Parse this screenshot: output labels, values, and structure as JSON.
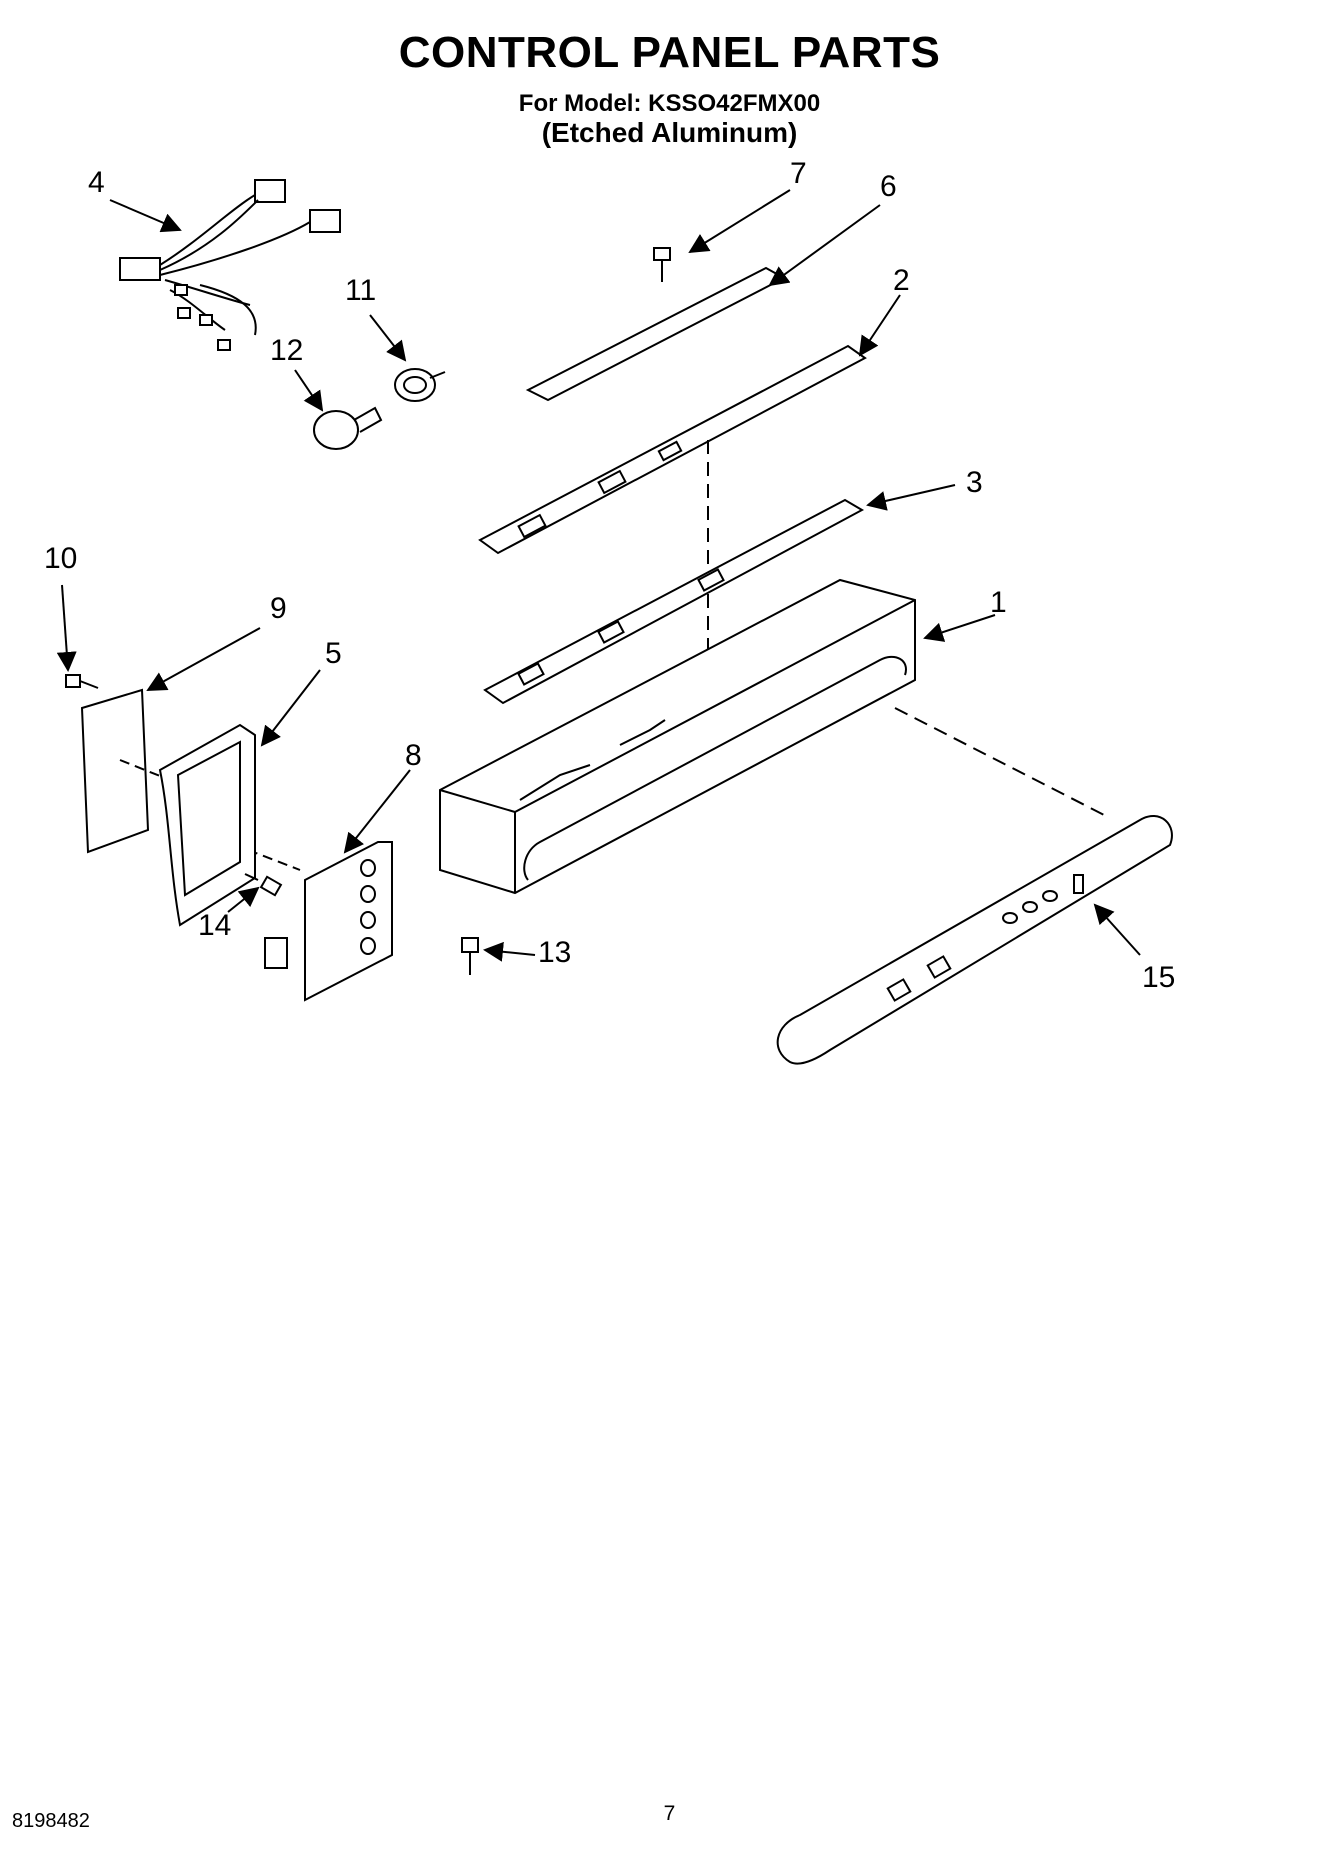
{
  "header": {
    "title": "CONTROL PANEL PARTS",
    "model_line": "For Model: KSSO42FMX00",
    "finish_line": "(Etched Aluminum)"
  },
  "callouts": {
    "c1": "1",
    "c2": "2",
    "c3": "3",
    "c4": "4",
    "c5": "5",
    "c6": "6",
    "c7": "7",
    "c8": "8",
    "c9": "9",
    "c10": "10",
    "c11": "11",
    "c12": "12",
    "c13": "13",
    "c14": "14",
    "c15": "15"
  },
  "footer": {
    "doc_number": "8198482",
    "page_number": "7"
  }
}
